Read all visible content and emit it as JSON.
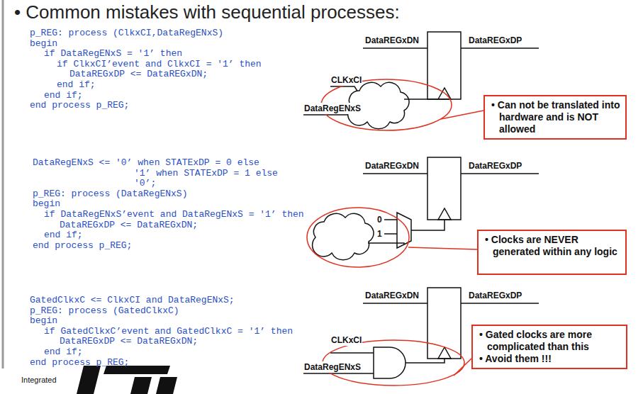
{
  "diagram": {
    "title": "• Common mistakes with sequential processes:",
    "nodes": [
      {
        "text": [
          "• Can not be translated into hardware and is NOT allowed"
        ]
      },
      {
        "text": [
          "• Clocks are NEVER generated within any logic"
        ]
      },
      {
        "text": [
          "• Gated clocks are more complicated than this",
          "• Avoid them !!!"
        ]
      }
    ],
    "labels": [
      "p_REG: process (ClkxCI,DataRegENxS)",
      "begin",
      "if DataRegENxS = '1’ then",
      "if ClkxCI’event and ClkxCI = '1’ then",
      "DataREGxDP <= DataREGxDN;",
      "end if;",
      "end if;",
      "end process p_REG;",
      "DataREGxDN",
      "DataREGxDP",
      "CLKxCI",
      "DataRegENxS",
      "DataRegENxS <= '0’ when STATExDP = 0 else",
      "'1’ when STATExDP = 1 else",
      "'0’;",
      "p_REG: process (DataRegENxS)",
      "begin",
      "if DataRegENxS’event and DataRegENxS = '1’ then",
      "DataREGxDP <= DataREGxDN;",
      "end if;",
      "end process p_REG;",
      "DataREGxDN",
      "DataREGxDP",
      "0",
      "1",
      "GatedClkxC <= ClkxCI and DataRegENxS;",
      "p_REG: process (GatedClkxC)",
      "begin",
      "if GatedClkxC’event and GatedClkxC = '1’ then",
      "DataREGxDP <= DataREGxDN;",
      "end if;",
      "end process p_REG;",
      "DataREGxDN",
      "DataREGxDP",
      "CLKxCI",
      "DataRegENxS",
      "Integrated"
    ]
  }
}
